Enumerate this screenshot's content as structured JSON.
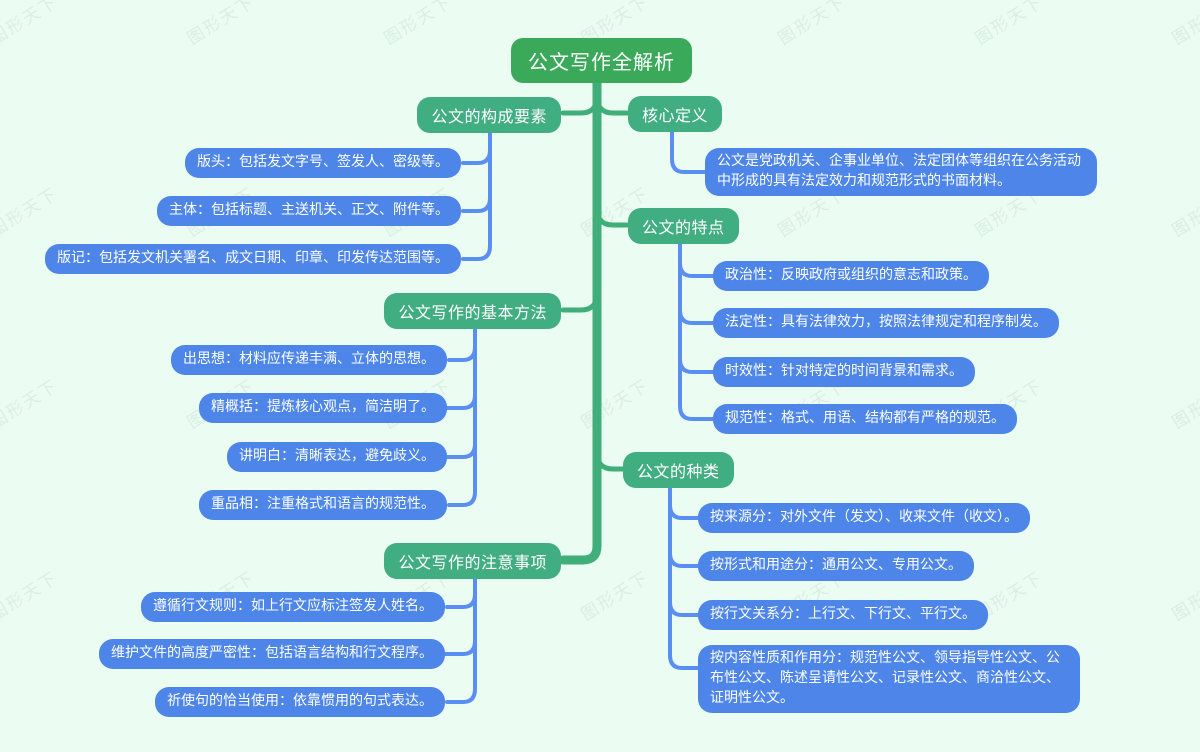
{
  "root": {
    "label": "公文写作全解析"
  },
  "watermark": {
    "text": "图形天下"
  },
  "colors": {
    "background": "#ebfcf3",
    "root_fill": "#3ba95a",
    "section_fill": "#41ae82",
    "leaf_fill": "#4d86e8",
    "green_connector": "#3fae79",
    "blue_connector": "#5a8ef2",
    "text": "#ffffff"
  },
  "branches": [
    {
      "label": "公文的构成要素",
      "side": "left",
      "children": [
        {
          "text": "版头：包括发文字号、签发人、密级等。"
        },
        {
          "text": "主体：包括标题、主送机关、正文、附件等。"
        },
        {
          "text": "版记：包括发文机关署名、成文日期、印章、印发传达范围等。"
        }
      ]
    },
    {
      "label": "公文写作的基本方法",
      "side": "left",
      "children": [
        {
          "text": "出思想：材料应传递丰满、立体的思想。"
        },
        {
          "text": "精概括：提炼核心观点，简洁明了。"
        },
        {
          "text": "讲明白：清晰表达，避免歧义。"
        },
        {
          "text": "重品相：注重格式和语言的规范性。"
        }
      ]
    },
    {
      "label": "公文写作的注意事项",
      "side": "left",
      "children": [
        {
          "text": "遵循行文规则：如上行文应标注签发人姓名。"
        },
        {
          "text": "维护文件的高度严密性：包括语言结构和行文程序。"
        },
        {
          "text": "祈使句的恰当使用：依靠惯用的句式表达。"
        }
      ]
    },
    {
      "label": "核心定义",
      "side": "right",
      "children": [
        {
          "text": "公文是党政机关、企事业单位、法定团体等组织在公务活动中形成的具有法定效力和规范形式的书面材料。"
        }
      ]
    },
    {
      "label": "公文的特点",
      "side": "right",
      "children": [
        {
          "text": "政治性：反映政府或组织的意志和政策。"
        },
        {
          "text": "法定性：具有法律效力，按照法律规定和程序制发。"
        },
        {
          "text": "时效性：针对特定的时间背景和需求。"
        },
        {
          "text": "规范性：格式、用语、结构都有严格的规范。"
        }
      ]
    },
    {
      "label": "公文的种类",
      "side": "right",
      "children": [
        {
          "text": "按来源分：对外文件（发文）、收来文件（收文）。"
        },
        {
          "text": "按形式和用途分：通用公文、专用公文。"
        },
        {
          "text": "按行文关系分：上行文、下行文、平行文。"
        },
        {
          "text": "按内容性质和作用分：规范性公文、领导指导性公文、公布性公文、陈述呈请性公文、记录性公文、商洽性公文、证明性公文。"
        }
      ]
    }
  ]
}
